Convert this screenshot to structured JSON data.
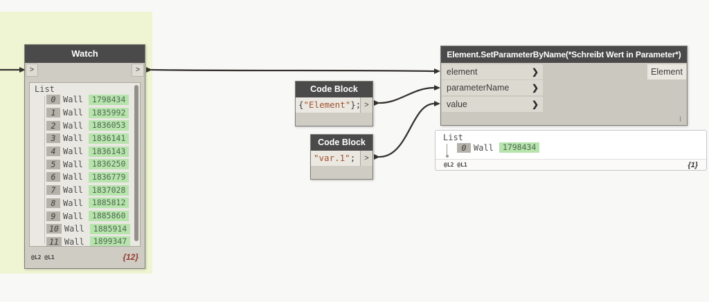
{
  "colors": {
    "canvas": "#f8f8f7",
    "group_fill": "#eff5d2",
    "node_header": "#4a4a4a",
    "node_body": "#cfccc4",
    "value_chip_bg": "#b7e3ad",
    "wire": "#35322e",
    "count_warn": "#943a30"
  },
  "watch": {
    "title": "Watch",
    "in_port": ">",
    "out_port": ">",
    "list_label": "List",
    "rows": [
      {
        "index": "0",
        "type": "Wall",
        "value": "1798434"
      },
      {
        "index": "1",
        "type": "Wall",
        "value": "1835992"
      },
      {
        "index": "2",
        "type": "Wall",
        "value": "1836053"
      },
      {
        "index": "3",
        "type": "Wall",
        "value": "1836141"
      },
      {
        "index": "4",
        "type": "Wall",
        "value": "1836143"
      },
      {
        "index": "5",
        "type": "Wall",
        "value": "1836250"
      },
      {
        "index": "6",
        "type": "Wall",
        "value": "1836779"
      },
      {
        "index": "7",
        "type": "Wall",
        "value": "1837028"
      },
      {
        "index": "8",
        "type": "Wall",
        "value": "1885812"
      },
      {
        "index": "9",
        "type": "Wall",
        "value": "1885860"
      },
      {
        "index": "10",
        "type": "Wall",
        "value": "1885914"
      },
      {
        "index": "11",
        "type": "Wall",
        "value": "1899347"
      }
    ],
    "levels": "@L2 @L1",
    "count": "{12}"
  },
  "code_block_1": {
    "title": "Code Block",
    "code_prefix": "{",
    "code_string": "\"Element\"",
    "code_suffix": "};",
    "out_port": ">"
  },
  "code_block_2": {
    "title": "Code Block",
    "code_prefix": "",
    "code_string": "\"var.1\"",
    "code_suffix": ";",
    "out_port": ">"
  },
  "set_param": {
    "title": "Element.SetParameterByName(*Schreibt Wert in Parameter*)",
    "inputs": [
      {
        "label": "element"
      },
      {
        "label": "parameterName"
      },
      {
        "label": "value"
      }
    ],
    "chevron": "❯",
    "output": "Element",
    "state": "I"
  },
  "preview": {
    "list_label": "List",
    "row": {
      "index": "0",
      "type": "Wall",
      "value": "1798434"
    },
    "levels": "@L2 @L1",
    "count": "{1}"
  }
}
